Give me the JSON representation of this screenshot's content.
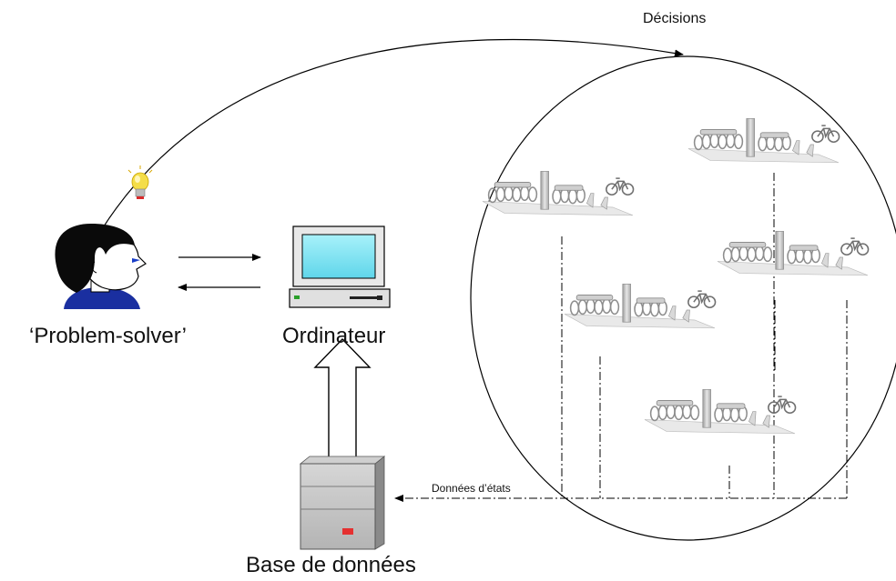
{
  "labels": {
    "decisions": "Décisions",
    "problem_solver": "‘Problem-solver’",
    "ordinateur": "Ordinateur",
    "base_de_donnees": "Base de données",
    "donnees_etats": "Données d’états"
  },
  "icons": {
    "person": "person-icon",
    "lightbulb": "lightbulb-icon",
    "computer": "computer-icon",
    "server": "database-server-icon",
    "bike_station": "bike-station-icon"
  },
  "colors": {
    "screen": "#7fe3f0",
    "server_led": "#e53030",
    "bulb": "#f2d23a",
    "hair": "#0a0a0a",
    "shirt": "#1a2fa0"
  }
}
